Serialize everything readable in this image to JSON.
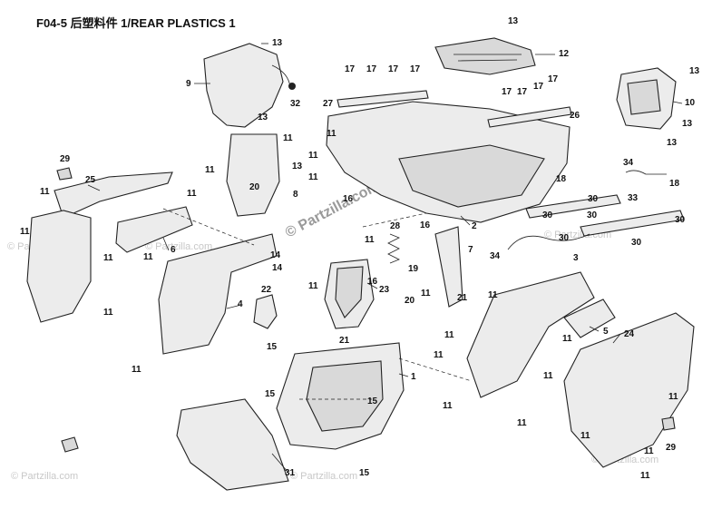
{
  "title": "F04-5 后塑料件 1/REAR PLASTICS 1",
  "watermarks": [
    "© Partzilla.com",
    "© Partzilla.com",
    "© Partzilla.com",
    "© Partzilla.com",
    "© Partzilla.com",
    "© Partzilla.com"
  ],
  "watermark_center": "© Partzilla.com",
  "callouts": {
    "c1": "1",
    "c2": "2",
    "c3": "3",
    "c4": "4",
    "c5": "5",
    "c6": "6",
    "c7": "7",
    "c8": "8",
    "c9": "9",
    "c10": "10",
    "c12": "12",
    "c14a": "14",
    "c14b": "14",
    "c16a": "16",
    "c16b": "16",
    "c16c": "16",
    "c18a": "18",
    "c18b": "18",
    "c19": "19",
    "c20a": "20",
    "c20b": "20",
    "c21a": "21",
    "c21b": "21",
    "c22": "22",
    "c23": "23",
    "c24": "24",
    "c25": "25",
    "c26": "26",
    "c27": "27",
    "c28": "28",
    "c29a": "29",
    "c29b": "29",
    "c30a": "30",
    "c30b": "30",
    "c30c": "30",
    "c30d": "30",
    "c30e": "30",
    "c30f": "30",
    "c31": "31",
    "c32": "32",
    "c33": "33",
    "c34a": "34",
    "c34b": "34",
    "c13a": "13",
    "c13b": "13",
    "c13c": "13",
    "c13d": "13",
    "c13e": "13",
    "c13f": "13",
    "c13g": "13",
    "c15a": "15",
    "c15b": "15",
    "c15c": "15",
    "c15d": "15",
    "c17a": "17",
    "c17b": "17",
    "c17c": "17",
    "c17d": "17",
    "c17e": "17",
    "c17f": "17",
    "c17g": "17",
    "c17h": "17",
    "c11a": "11",
    "c11b": "11",
    "c11c": "11",
    "c11d": "11",
    "c11e": "11",
    "c11f": "11",
    "c11g": "11",
    "c11h": "11",
    "c11i": "11",
    "c11j": "11",
    "c11k": "11",
    "c11l": "11",
    "c11m": "11",
    "c11n": "11",
    "c11o": "11",
    "c11p": "11",
    "c11q": "11",
    "c11r": "11",
    "c11s": "11",
    "c11t": "11",
    "c11u": "11",
    "c11v": "11",
    "c11w": "11",
    "c11x": "11",
    "c11y": "11",
    "c11z": "11"
  }
}
